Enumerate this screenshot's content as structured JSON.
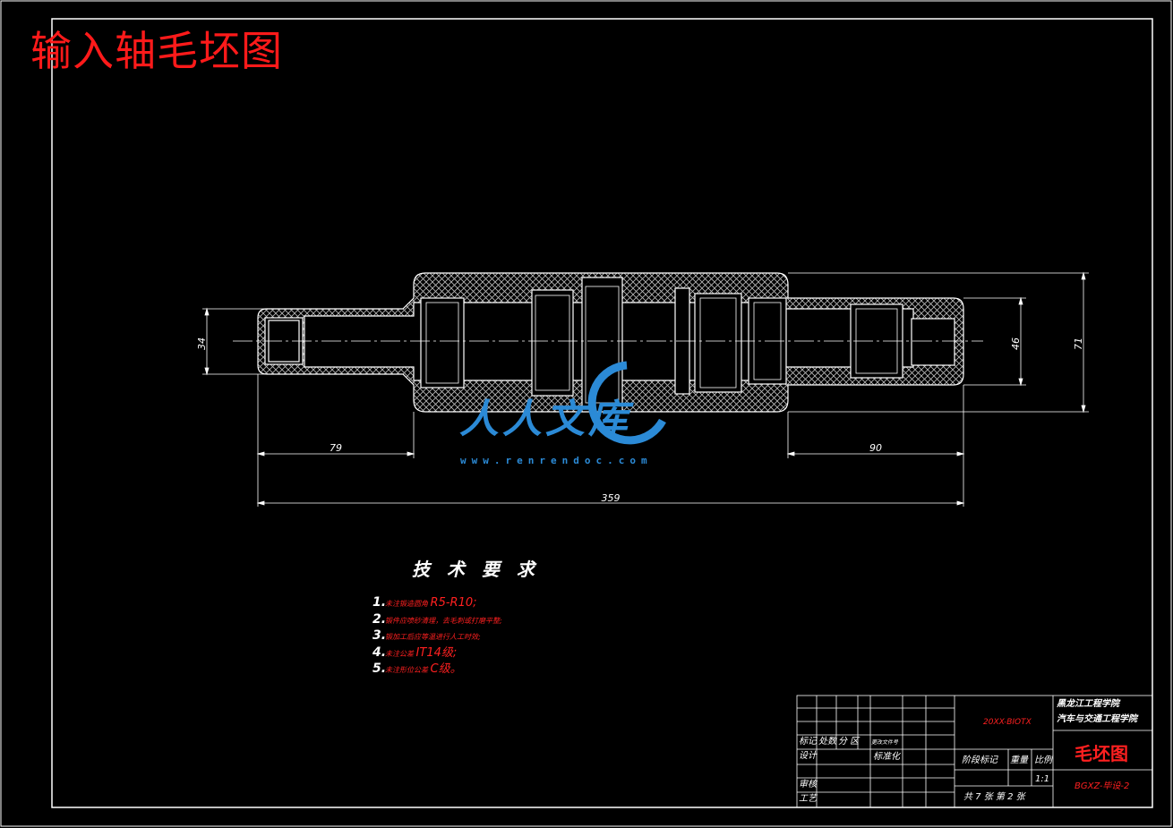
{
  "drawing": {
    "title": "输入轴毛坯图",
    "dimensions": {
      "d1": "34",
      "d2": "46",
      "d3": "71",
      "l1": "79",
      "l2": "90",
      "l3": "359"
    }
  },
  "tech_requirements": {
    "heading": "技 术 要 求",
    "items": [
      {
        "num": "1.",
        "text": "未注锻造圆角 ",
        "highlight": "R5-R10;"
      },
      {
        "num": "2.",
        "text": "锻件应喷砂清理，去毛刺或打磨平整;",
        "highlight": ""
      },
      {
        "num": "3.",
        "text": "锻加工后应等温进行人工时效;",
        "highlight": ""
      },
      {
        "num": "4.",
        "text": "未注公差 ",
        "highlight": "IT14级;"
      },
      {
        "num": "5.",
        "text": "未注形位公差 ",
        "highlight": "C级。"
      }
    ]
  },
  "title_block": {
    "school": "黑龙江工程学院",
    "dept": "汽车与交通工程学院",
    "drawing_name": "毛坯图",
    "drawing_no": "BGXZ-毕设-2",
    "code": "20XX-BIOTX",
    "row_labels": {
      "mark": "标记",
      "count": "处数",
      "zone": "分 区",
      "doc": "更改文件号",
      "design": "设计",
      "standard": "标准化",
      "stage": "阶段标记",
      "weight": "重量",
      "scale": "比例",
      "scale_value": "1:1",
      "review": "审核",
      "process": "工艺",
      "sheets": "共 7 张 第 2 张"
    }
  },
  "watermark": {
    "text": "人人文库",
    "url": "www.renrendoc.com"
  },
  "colors": {
    "background": "#000000",
    "line": "#ffffff",
    "title_red": "#ff1a1a",
    "watermark_blue": "#2b8ad6"
  }
}
